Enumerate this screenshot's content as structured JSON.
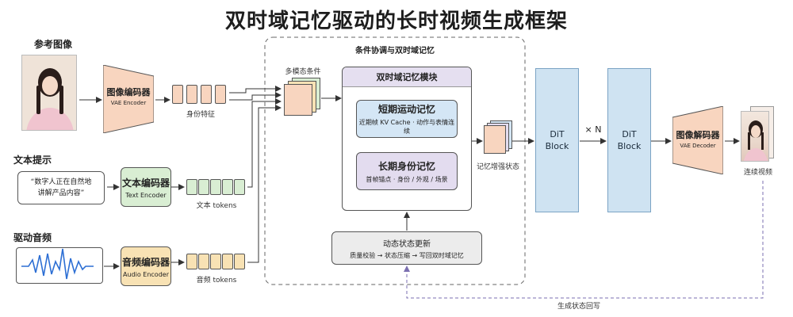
{
  "title": "双时域记忆驱动的长时视频生成框架",
  "inputs": {
    "reference_label": "参考图像",
    "text_label": "文本提示",
    "text_prompt_line1": "“数字人正在自然地",
    "text_prompt_line2": "讲解产品内容”",
    "audio_label": "驱动音频"
  },
  "encoders": {
    "image": {
      "title": "图像编码器",
      "subtitle": "VAE Encoder"
    },
    "text": {
      "title": "文本编码器",
      "subtitle": "Text Encoder"
    },
    "audio": {
      "title": "音频编码器",
      "subtitle": "Audio Encoder"
    }
  },
  "tokens": {
    "identity_label": "身份特征",
    "text_label": "文本 tokens",
    "audio_label": "音频 tokens"
  },
  "memory": {
    "region_title": "条件协调与双时域记忆",
    "multimodal_label": "多模态条件",
    "module_title": "双时域记忆模块",
    "short": {
      "title": "短期运动记忆",
      "desc": "近期帧 KV Cache · 动作与表情连续"
    },
    "long": {
      "title": "长期身份记忆",
      "desc": "首帧锚点 · 身份 / 外观 / 场景"
    },
    "update": {
      "title": "动态状态更新",
      "desc": "质量校验 → 状态压缩 → 写回双时域记忆"
    },
    "enhanced_label": "记忆增强状态"
  },
  "generator": {
    "dit1_line1": "DiT",
    "dit1_line2": "Block",
    "times": "× N",
    "dit2_line1": "DiT",
    "dit2_line2": "Block",
    "decoder": {
      "title": "图像解码器",
      "subtitle": "VAE Decoder"
    },
    "output_label": "连续视频",
    "feedback_label": "生成状态回写"
  },
  "colors": {
    "image_encoder": "#f8d5bf",
    "text_encoder": "#d9eed3",
    "audio_encoder": "#f8e2b4",
    "dit": "#cfe3f2",
    "short_memory": "#d4e6f5",
    "long_memory": "#e3dcef",
    "module_header": "#e5dff0",
    "feedback_line": "#7b6fb0"
  }
}
